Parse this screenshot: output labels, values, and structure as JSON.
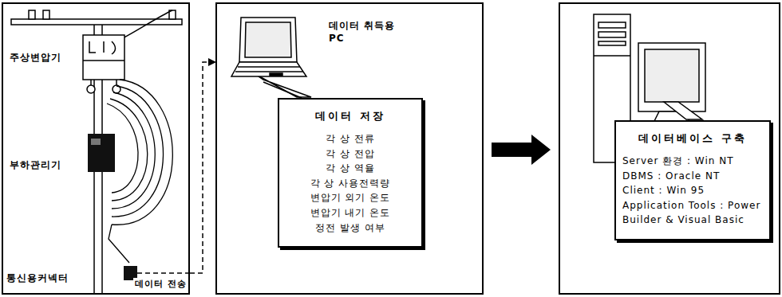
{
  "diagram": {
    "nodes": [
      {
        "text": [
          "주상변압기",
          "부하관리기",
          "통신용커넥터"
        ]
      },
      {
        "text": [
          "데이터 취득용 PC"
        ]
      },
      {
        "text": [
          "데이터 저장",
          "각 상 전류",
          "각 상 전압",
          "각 상 역율",
          "각 상 사용전력량",
          "변압기 외기 온도",
          "변압기 내기 온도",
          "정전 발생 여부"
        ],
        "in": 1
      },
      {
        "text": []
      },
      {
        "text": [
          "데이터베이스 구축",
          "Server 환경 : Win NT",
          "DBMS : Oracle NT",
          "Client : Win 95",
          "Application Tools : Power Builder & Visual Basic"
        ],
        "in": 3
      }
    ],
    "edges": [
      {
        "from": 0,
        "to": 1,
        "label": "데이터 전송",
        "arrow": "to"
      },
      {
        "from": 1,
        "to": 2,
        "arrow": "none"
      },
      {
        "from": 1,
        "to": 3,
        "arrow": "to"
      }
    ]
  }
}
